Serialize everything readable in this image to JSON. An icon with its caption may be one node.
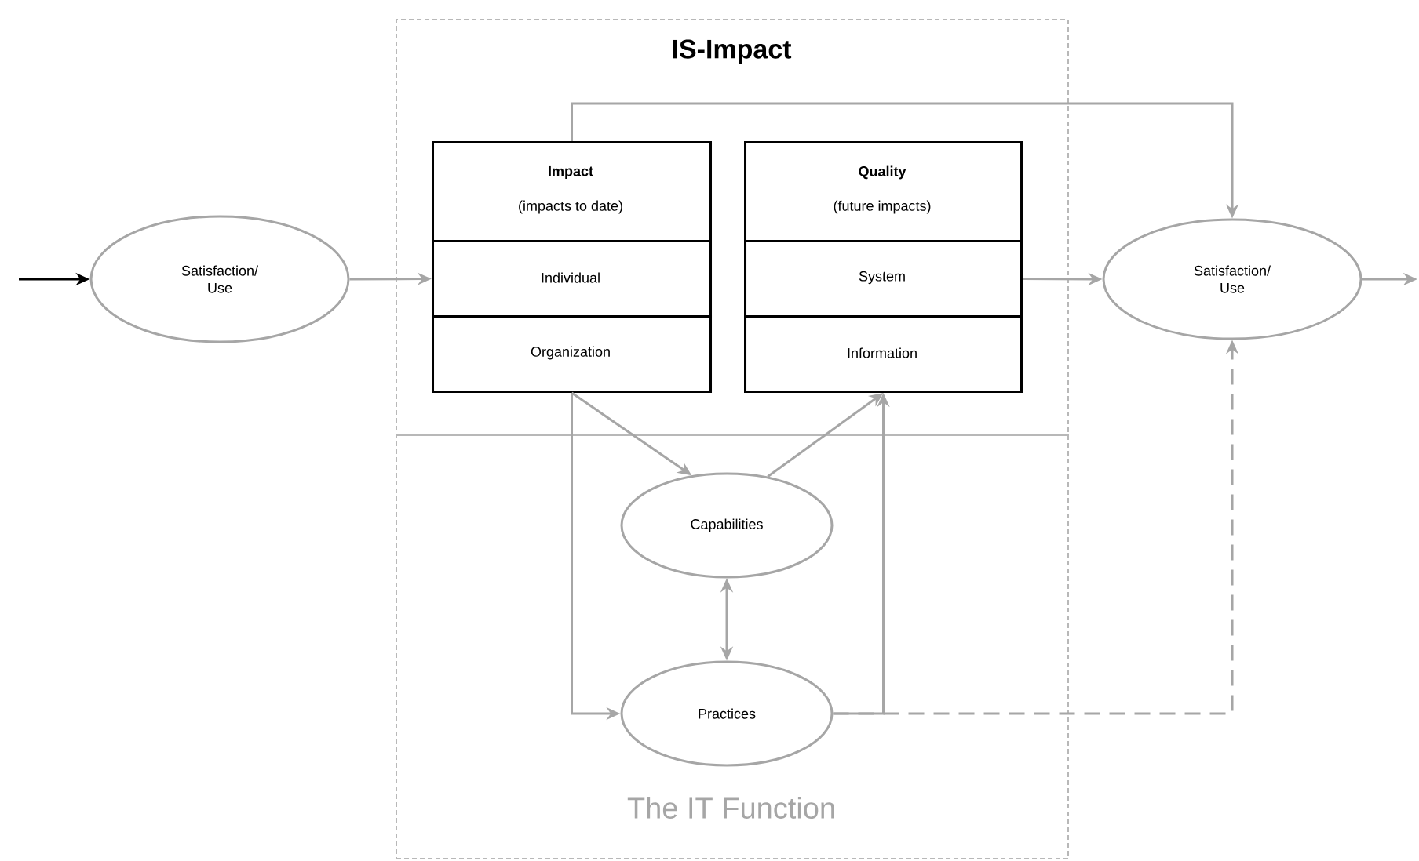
{
  "diagram": {
    "nodes": [
      {
        "text": [
          "IS-Impact"
        ]
      },
      {
        "text": [
          "The IT Function"
        ]
      },
      {
        "text": [
          "Satisfaction/ Use"
        ]
      },
      {
        "text": [
          "Impact",
          "(impacts to date)"
        ],
        "in": 0
      },
      {
        "text": [
          "Individual"
        ],
        "in": 3
      },
      {
        "text": [
          "Organization"
        ],
        "in": 3
      },
      {
        "text": [
          "Quality",
          "(future impacts)"
        ],
        "in": 0
      },
      {
        "text": [
          "System"
        ],
        "in": 6
      },
      {
        "text": [
          "Information"
        ],
        "in": 6
      },
      {
        "text": [
          "Satisfaction/ Use"
        ]
      },
      {
        "text": [
          "Capabilities"
        ],
        "in": 1
      },
      {
        "text": [
          "Practices"
        ],
        "in": 1
      }
    ],
    "edges": [
      {
        "from": null,
        "to": 2,
        "arrow": "to",
        "color": "#000000"
      },
      {
        "from": 2,
        "to": 4,
        "arrow": "to"
      },
      {
        "from": 3,
        "to": 9,
        "arrow": "to"
      },
      {
        "from": 7,
        "to": 9,
        "arrow": "to"
      },
      {
        "from": 9,
        "to": null,
        "arrow": "to"
      },
      {
        "from": 5,
        "to": 10,
        "arrow": "to"
      },
      {
        "from": 5,
        "to": 11,
        "arrow": "to"
      },
      {
        "from": 10,
        "to": 8,
        "arrow": "to"
      },
      {
        "from": 11,
        "to": 8,
        "arrow": "to"
      },
      {
        "from": 10,
        "to": 11,
        "arrow": "both"
      },
      {
        "from": 11,
        "to": 9,
        "arrow": "to",
        "style": "dashed"
      }
    ]
  }
}
